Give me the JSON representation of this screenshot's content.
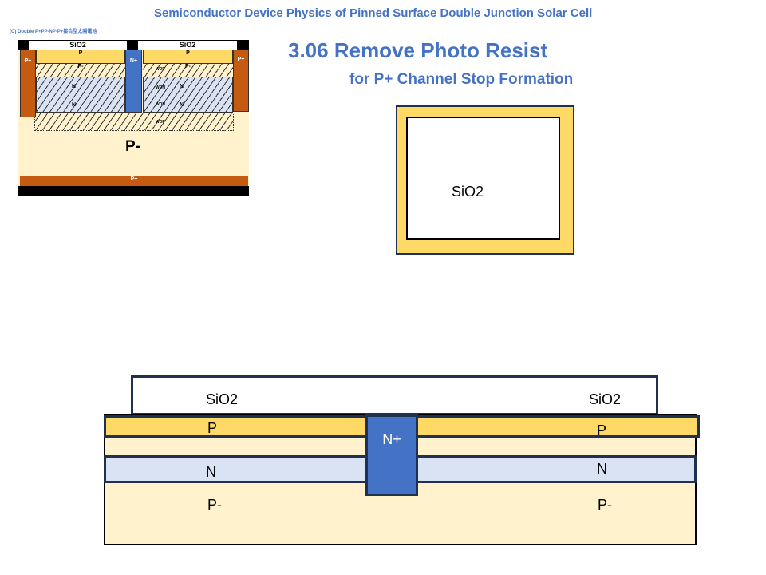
{
  "header": {
    "title": "Semiconductor Device Physics of Pinned Surface Double Junction Solar Cell",
    "step": "3.06  Remove Photo Resist",
    "subtitle": "for P+ Channel Stop Formation"
  },
  "thumbnail": {
    "caption": "(C)  Double P+PP-NP-P+接合型太陽電池",
    "sio2_left": "SiO2",
    "sio2_right": "SiO2",
    "p_left": "P",
    "p_right": "P",
    "pminus_left": "P-",
    "pminus_right": "P-",
    "n1_left": "N",
    "n2_left": "N",
    "n1_right": "N",
    "n2_right": "N",
    "nplus": "N+",
    "pplus_left": "P+",
    "pplus_right": "P+",
    "wdp_top": "WDP",
    "wdn_1": "WDN",
    "wdn_2": "WDN",
    "wdp_bottom": "WDP",
    "substrate": "P-",
    "pplus_bottom": "P+"
  },
  "top_view": {
    "label": "SiO2"
  },
  "cross_section": {
    "sio2_left": "SiO2",
    "sio2_right": "SiO2",
    "p_left": "P",
    "p_right": "P",
    "n_left": "N",
    "n_right": "N",
    "nplus": "N+",
    "pminus_left": "P-",
    "pminus_right": "P-"
  },
  "colors": {
    "title": "#4472c4",
    "p": "#ffd966",
    "pminus": "#fff2cc",
    "n": "#dae3f3",
    "nplus": "#4472c4",
    "pplus": "#c55a11",
    "border": "#1f3050"
  }
}
